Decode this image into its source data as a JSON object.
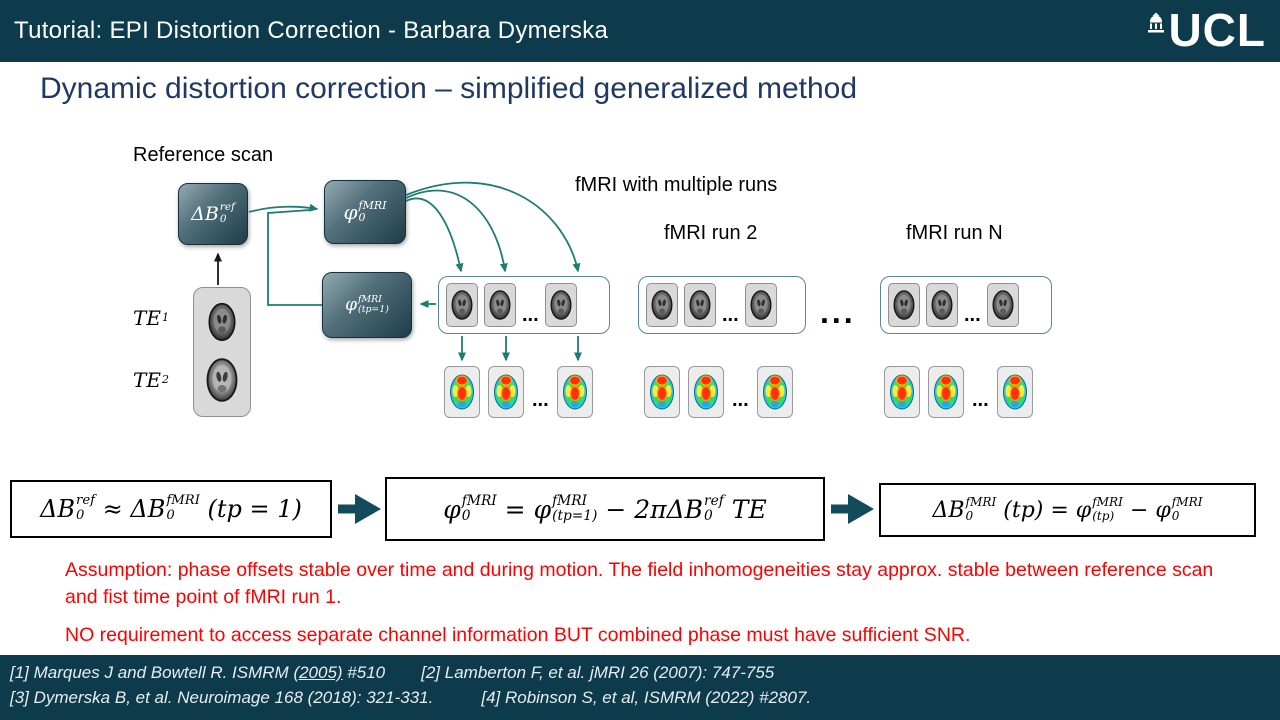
{
  "header": {
    "title": "Tutorial:  EPI Distortion Correction - Barbara Dymerska",
    "logo_text": "UCL"
  },
  "slide_title": "Dynamic distortion correction – simplified generalized method",
  "diagram": {
    "reference_scan_label": "Reference scan",
    "fmri_runs_label": "fMRI with multiple runs",
    "run2_label": "fMRI run 2",
    "runN_label": "fMRI run N",
    "ellipsis_small": "...",
    "ellipsis_large": "...",
    "te1": [
      {
        "t": "TE",
        "sub": "1"
      }
    ],
    "te2": [
      {
        "t": "TE",
        "sub": "2"
      }
    ],
    "node_db0ref": [
      {
        "t": "ΔB",
        "sub": "0",
        "sup": "ref"
      }
    ],
    "node_phi0": [
      {
        "t": "φ",
        "sub": "0",
        "sup": "fMRI"
      }
    ],
    "node_phitp1": [
      {
        "t": "φ",
        "sub": "(tp=1)",
        "sup": "fMRI"
      }
    ]
  },
  "equations": {
    "eq1": [
      {
        "t": "ΔB",
        "sub": "0",
        "sup": "ref"
      },
      {
        "t": " ≈ "
      },
      {
        "t": "ΔB",
        "sub": "0",
        "sup": "fMRI"
      },
      {
        "t": " (tp = 1)"
      }
    ],
    "eq2": [
      {
        "t": "φ",
        "sub": "0",
        "sup": "fMRI"
      },
      {
        "t": " = "
      },
      {
        "t": "φ",
        "sub": "(tp=1)",
        "sup": "fMRI"
      },
      {
        "t": " − 2πΔB",
        "sub": "0",
        "sup": "ref"
      },
      {
        "t": " TE"
      }
    ],
    "eq3": [
      {
        "t": "ΔB",
        "sub": "0",
        "sup": "fMRI"
      },
      {
        "t": " (tp) = "
      },
      {
        "t": "φ",
        "sub": "(tp)",
        "sup": "fMRI"
      },
      {
        "t": " − "
      },
      {
        "t": "φ",
        "sub": "0",
        "sup": "fMRI"
      }
    ]
  },
  "notes": {
    "assumption": "Assumption: phase offsets stable over time and during motion. The field inhomogeneities stay approx. stable between reference scan and fist time point of fMRI run 1.",
    "requirement": "NO requirement to access separate channel information BUT combined phase must have sufficient SNR."
  },
  "references": {
    "r1_pre": "[1] Marques J and Bowtell R. ISMRM ",
    "r1_link": "(2005)",
    "r1_post": " #510",
    "r2": "[2] Lamberton F, et al. jMRI 26 (2007): 747-755",
    "r3": "[3] Dymerska B, et al. Neuroimage 168 (2018): 321-331.",
    "r4": "[4] Robinson S, et al, ISMRM (2022) #2807."
  },
  "colors": {
    "header_bg": "#0d3b4c",
    "title_text": "#1f3864",
    "arrow_teal": "#1e7d72",
    "eq_arrow": "#134b5a",
    "note_red": "#ff0000"
  }
}
